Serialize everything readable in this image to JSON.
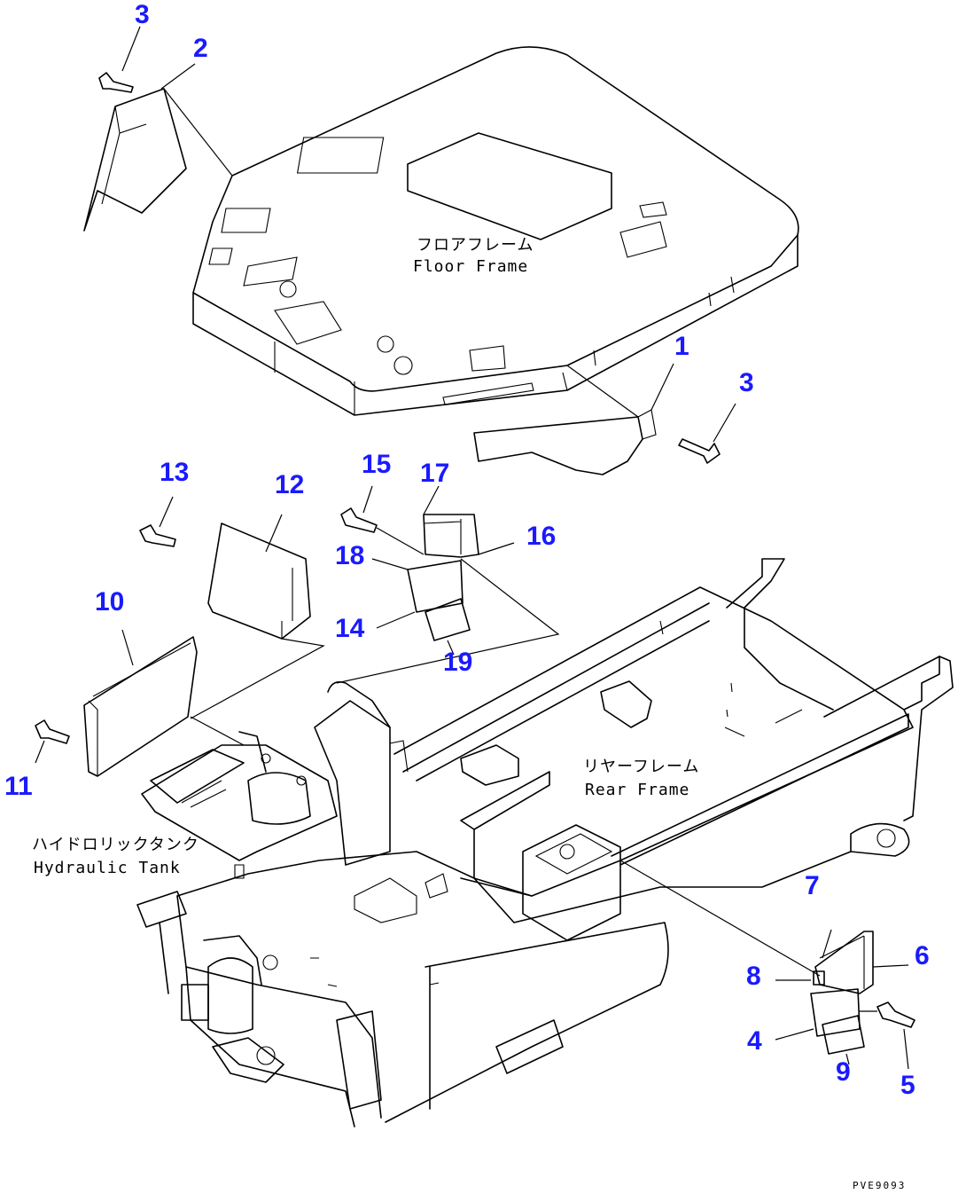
{
  "callouts": {
    "c1": "1",
    "c2": "2",
    "c3a": "3",
    "c3b": "3",
    "c4": "4",
    "c5": "5",
    "c6": "6",
    "c7": "7",
    "c8": "8",
    "c9": "9",
    "c10": "10",
    "c11": "11",
    "c12": "12",
    "c13": "13",
    "c14": "14",
    "c15": "15",
    "c16": "16",
    "c17": "17",
    "c18": "18",
    "c19": "19"
  },
  "labels": {
    "floor_frame_jp": "フロアフレーム",
    "floor_frame_en": "Floor Frame",
    "rear_frame_jp": "リヤーフレーム",
    "rear_frame_en": "Rear Frame",
    "hydraulic_tank_jp": "ハイドロリックタンク",
    "hydraulic_tank_en": "Hydraulic Tank"
  },
  "drawing_code": "PVE9093",
  "colors": {
    "callout": "#1a1aff",
    "line": "#000000",
    "background": "#ffffff"
  }
}
